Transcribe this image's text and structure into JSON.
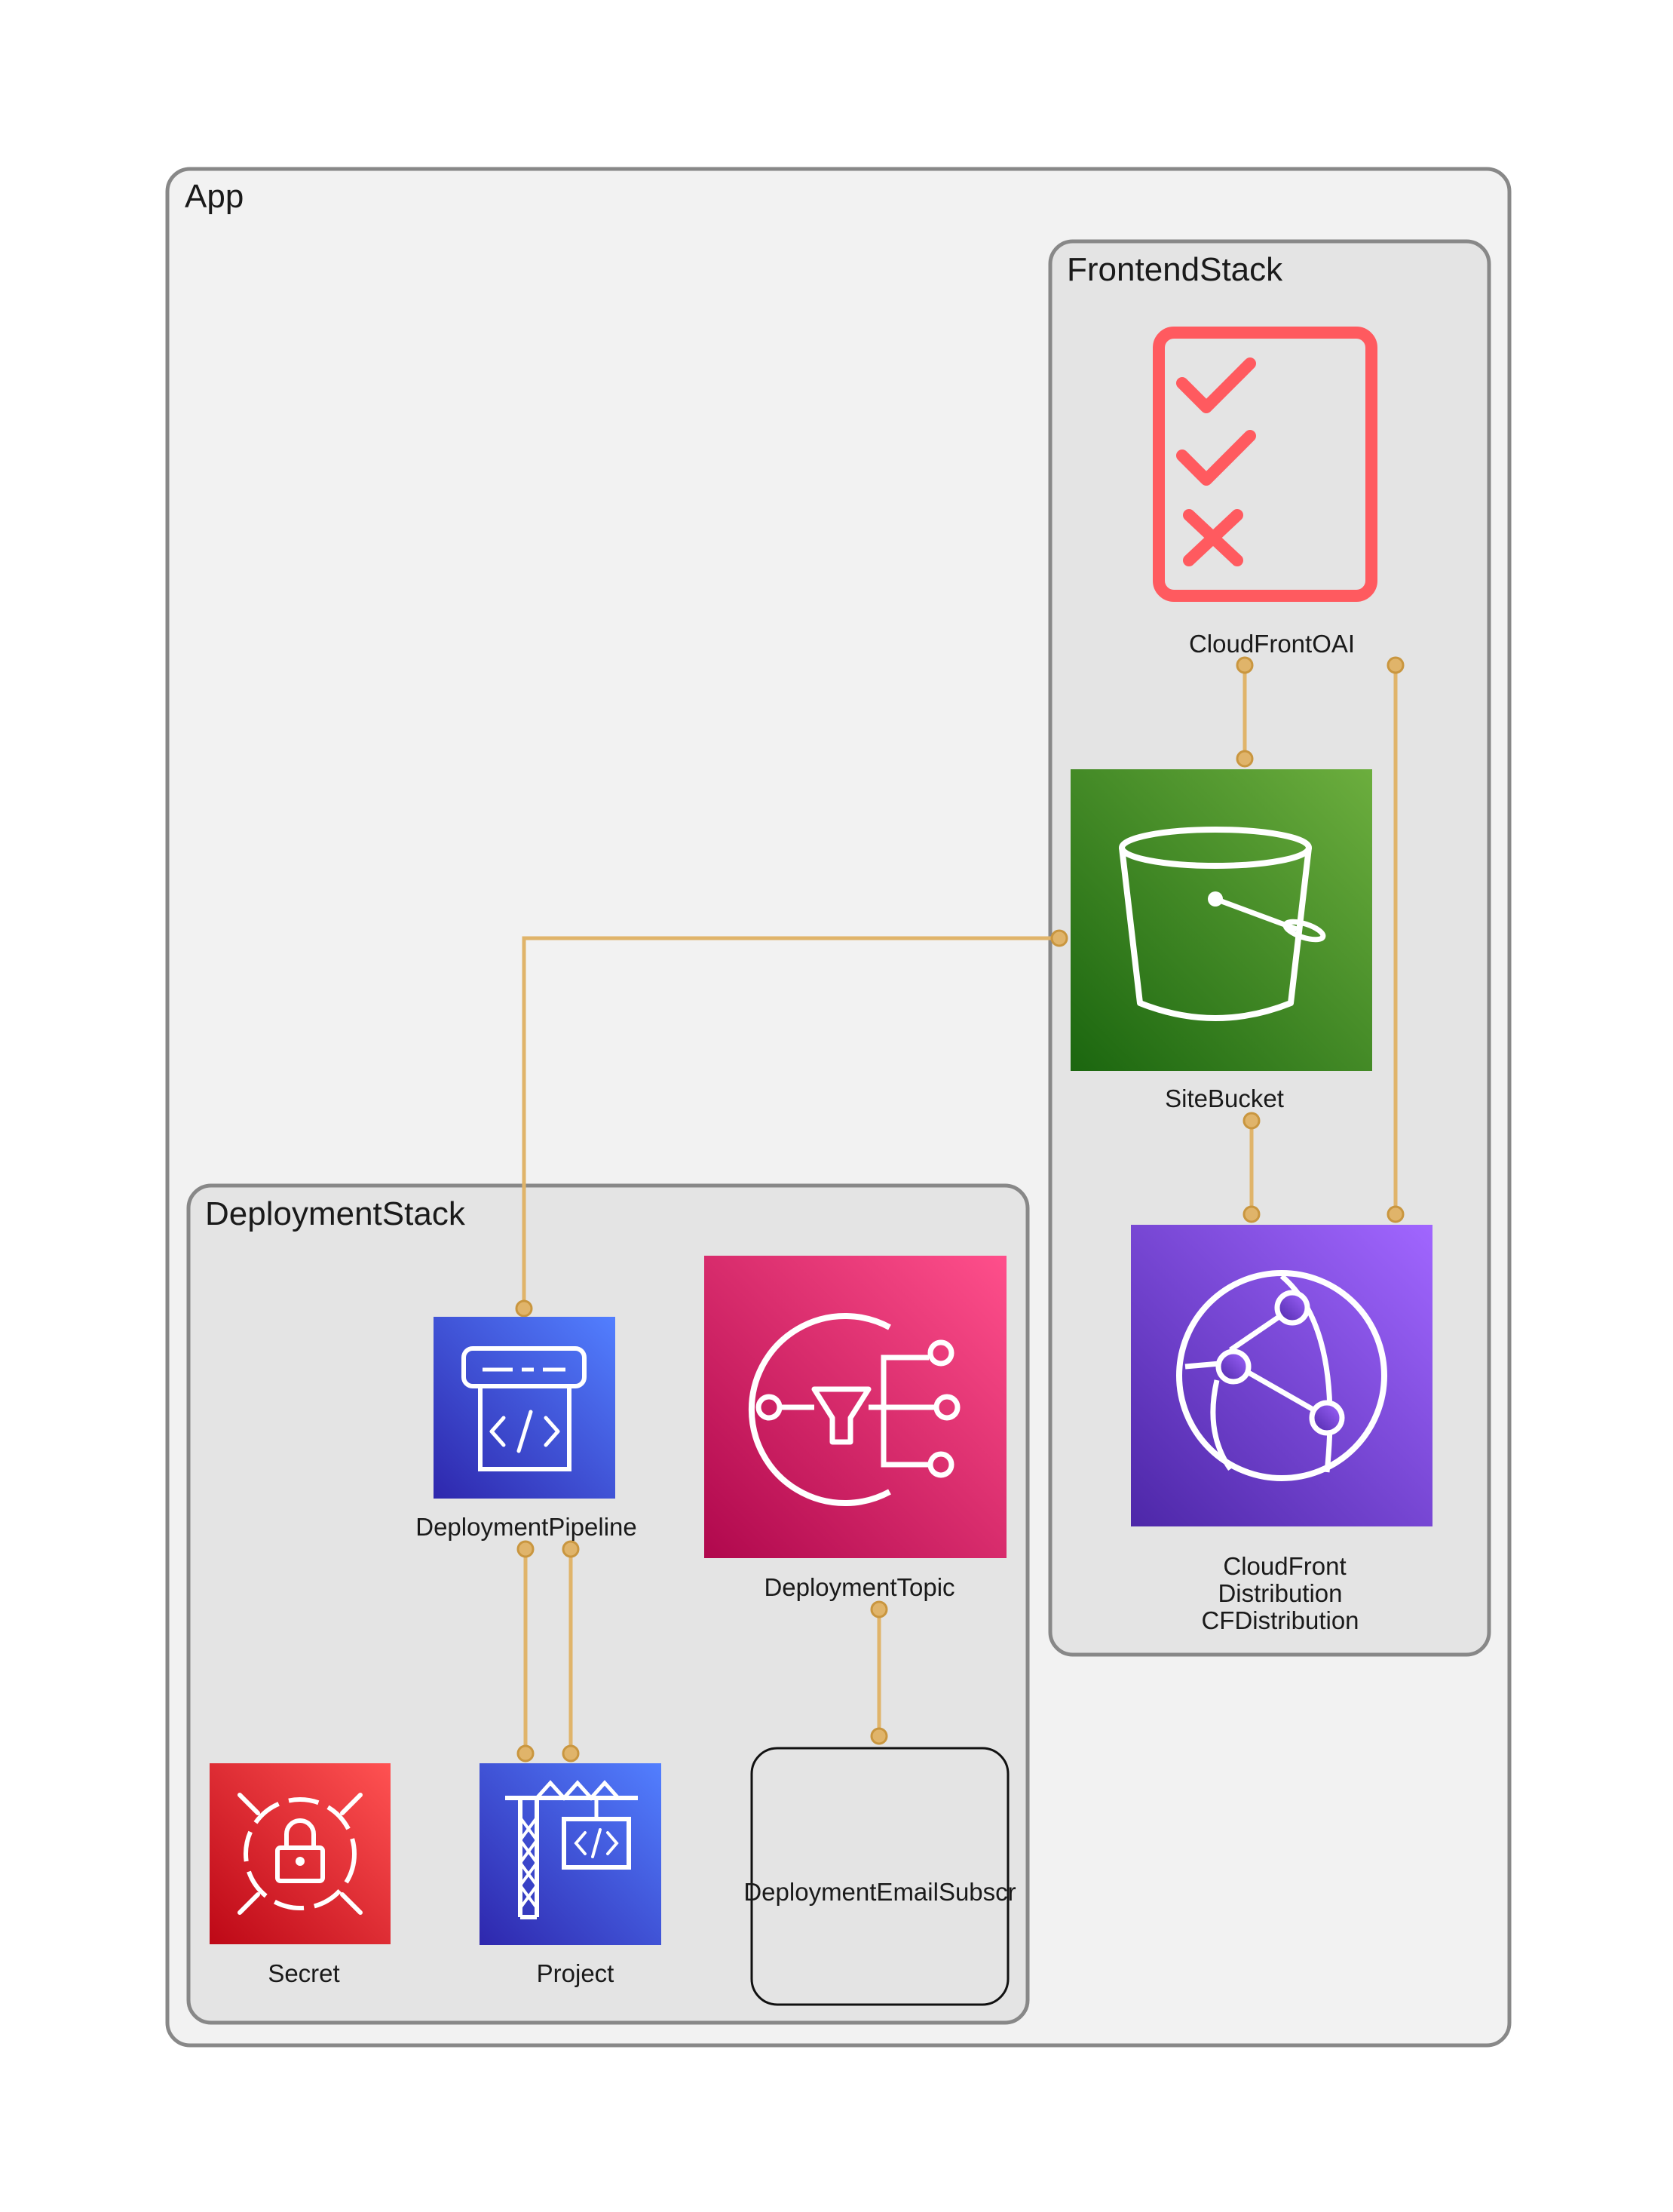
{
  "clusters": {
    "app": "App",
    "frontend": "FrontendStack",
    "deployment": "DeploymentStack"
  },
  "nodes": {
    "cloudfront_oai": "CloudFrontOAI",
    "site_bucket": "SiteBucket",
    "cloudfront_line1": "CloudFront",
    "cloudfront_line2": "Distribution",
    "cloudfront_line3": "CFDistribution",
    "deployment_pipeline": "DeploymentPipeline",
    "deployment_topic": "DeploymentTopic",
    "secret": "Secret",
    "project": "Project",
    "email_subscription": "DeploymentEmailSubscr"
  },
  "icons": {
    "cloudfront_oai": "checklist-icon",
    "site_bucket": "s3-bucket-icon",
    "cloudfront": "cloudfront-globe-icon",
    "deployment_pipeline": "codepipeline-icon",
    "deployment_topic": "sns-topic-icon",
    "secret": "secrets-manager-icon",
    "project": "codebuild-icon"
  },
  "edges": [
    {
      "from": "CloudFrontOAI",
      "to": "SiteBucket"
    },
    {
      "from": "CloudFrontOAI",
      "to": "CloudFront Distribution CFDistribution"
    },
    {
      "from": "SiteBucket",
      "to": "CloudFront Distribution CFDistribution"
    },
    {
      "from": "SiteBucket",
      "to": "DeploymentPipeline"
    },
    {
      "from": "DeploymentPipeline",
      "to": "Project"
    },
    {
      "from": "DeploymentPipeline",
      "to": "Project"
    },
    {
      "from": "DeploymentTopic",
      "to": "DeploymentEmailSubscr"
    }
  ],
  "colors": {
    "edge": "#e0b46a",
    "cluster_app_fill": "#f2f2f2",
    "cluster_stack_fill": "#e4e4e4",
    "cluster_border": "#888888",
    "oai_red": "#ff5a5f",
    "s3_green": "#3f8624",
    "cloudfront_purple": "#8c4fff",
    "codesuite_blue": "#3b48cc",
    "sns_pink": "#e7157b",
    "secrets_red": "#dd344c"
  }
}
